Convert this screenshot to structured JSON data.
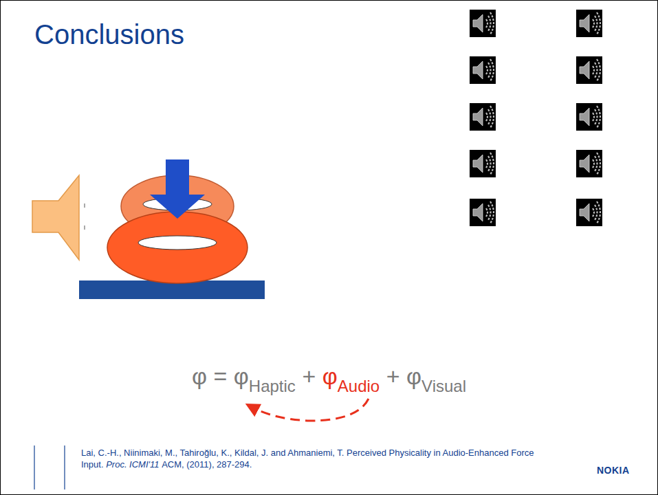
{
  "diagram": {
    "title": "Conclusions",
    "labels": [
      "φ = φ",
      "Haptic",
      "+",
      "φ",
      "Audio",
      "+ φ",
      "Visual",
      "Lai, C.-H., Niinimaki, M., Tahiroğlu, K., Kildal, J. and Ahmaniemi, T. Perceived Physicality in Audio-Enhanced Force Input.",
      "Proc. ICMI'11",
      "ACM, (2011), 287-294.",
      "NOKIA"
    ]
  }
}
